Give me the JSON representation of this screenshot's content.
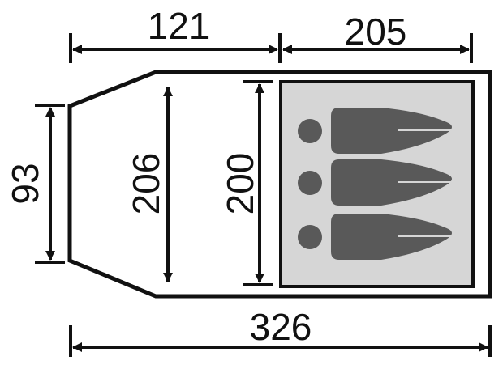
{
  "diagram": {
    "dimensions": {
      "vestibule_depth": "121",
      "inner_depth": "205",
      "vestibule_front_width": "93",
      "vestibule_back_width": "206",
      "inner_width": "200",
      "total_length": "326"
    },
    "sleepers": 3,
    "colors": {
      "outline": "#111111",
      "inner_fill": "#d6d6d6",
      "sleeper": "#595959",
      "background": "#ffffff"
    }
  }
}
